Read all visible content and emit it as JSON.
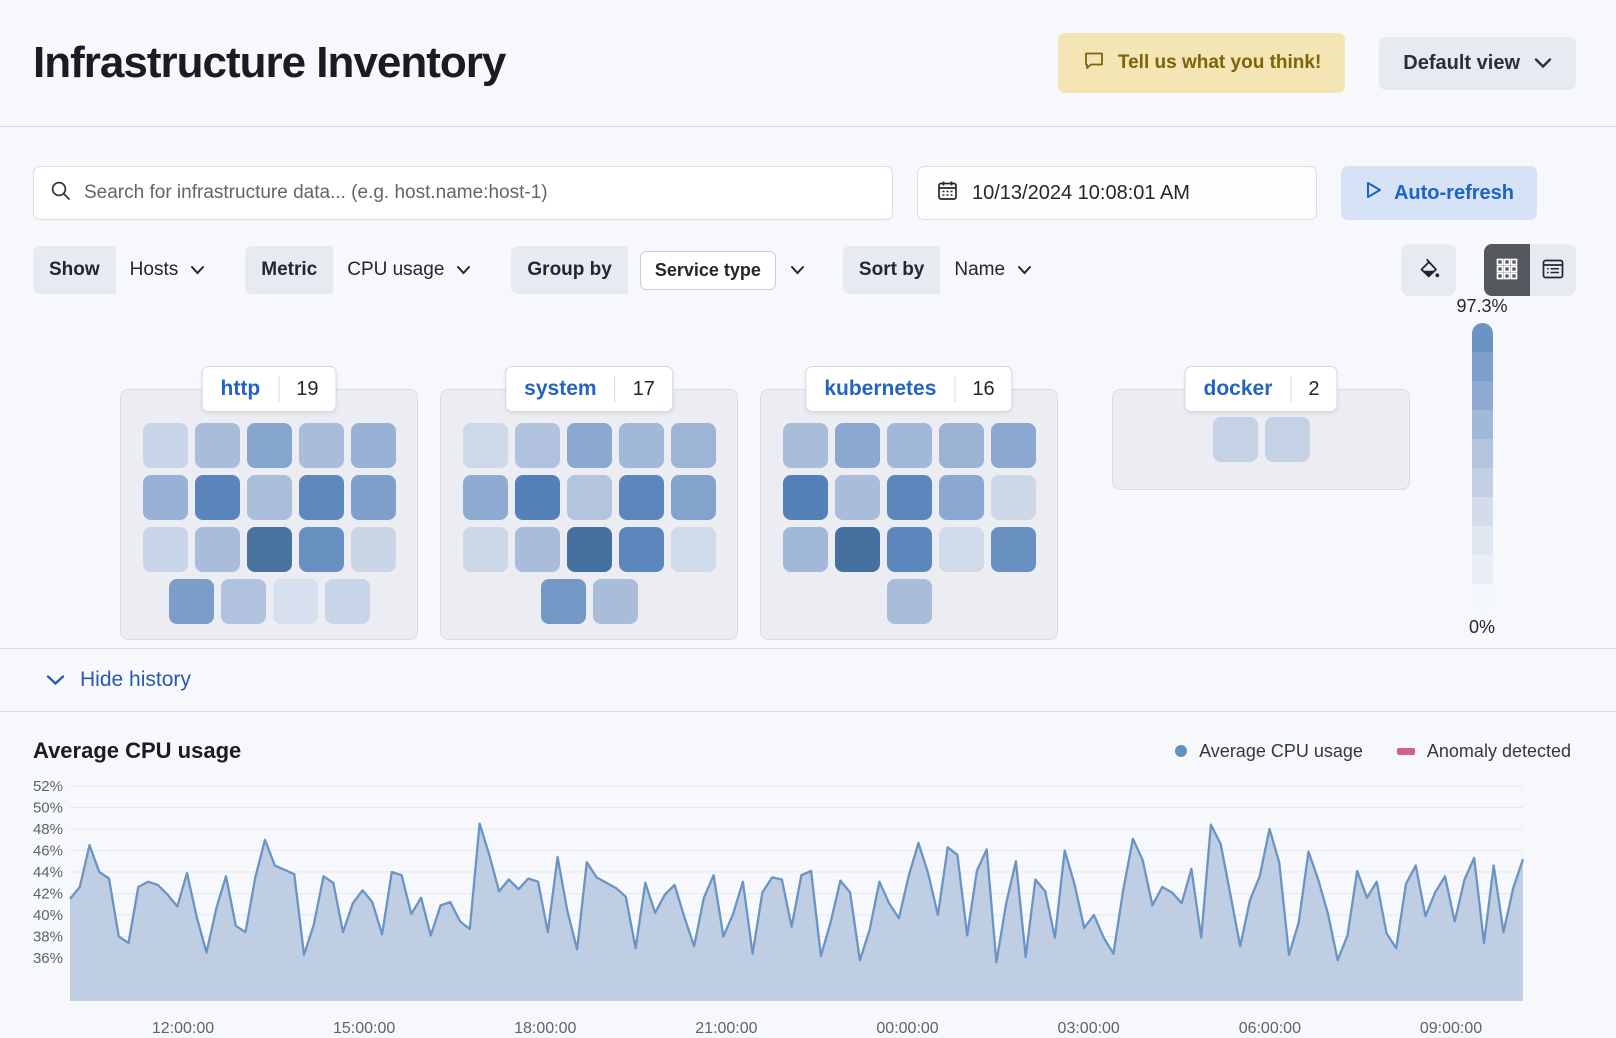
{
  "header": {
    "title": "Infrastructure Inventory",
    "feedback_button": "Tell us what you think!",
    "view_selector": "Default view"
  },
  "toolbar": {
    "search_placeholder": "Search for infrastructure data... (e.g. host.name:host-1)",
    "datetime": "10/13/2024 10:08:01 AM",
    "auto_refresh_label": "Auto-refresh"
  },
  "filters": {
    "show_label": "Show",
    "show_value": "Hosts",
    "metric_label": "Metric",
    "metric_value": "CPU usage",
    "group_by_label": "Group by",
    "group_by_value": "Service type",
    "sort_by_label": "Sort by",
    "sort_by_value": "Name"
  },
  "legend": {
    "max": "97.3%",
    "min": "0%",
    "steps": [
      "#6b93c3",
      "#7b9fca",
      "#8fabd2",
      "#a2b8d9",
      "#b3c4df",
      "#c3d0e4",
      "#d2dcea",
      "#dfe7f1",
      "#eaeff7",
      "#f4f7fb"
    ]
  },
  "groups": [
    {
      "name": "http",
      "count": "19",
      "rows": [
        [
          "#c8d4e7",
          "#a9bddb",
          "#86a5ce",
          "#a9bddb",
          "#98b1d6"
        ],
        [
          "#98b1d6",
          "#5a85bb",
          "#aabeda",
          "#5f89bd",
          "#7fa0ca"
        ],
        [
          "#c8d4e7",
          "#a9bddb",
          "#49729f",
          "#6890c1",
          "#cad6e8"
        ],
        [
          "#7b9dc9",
          "#b0c2de",
          "#d7e0ee",
          "#c8d4e7"
        ]
      ]
    },
    {
      "name": "system",
      "count": "17",
      "rows": [
        [
          "#cdd8e9",
          "#b0c2de",
          "#8aa8d0",
          "#a2b8d9",
          "#9db4d7"
        ],
        [
          "#8fabd2",
          "#5480b8",
          "#b3c4df",
          "#5d87bc",
          "#84a3cc"
        ],
        [
          "#ccd7e8",
          "#a9bddb",
          "#46709f",
          "#5d87bc",
          "#cfdaea"
        ],
        [
          "#7498c6",
          "#a9bddb"
        ]
      ]
    },
    {
      "name": "kubernetes",
      "count": "16",
      "rows": [
        [
          "#a9bddb",
          "#8aa8d0",
          "#a2b8d9",
          "#9cb3d6",
          "#8aa8d0"
        ],
        [
          "#5480b8",
          "#a9bddb",
          "#5d87bc",
          "#8aa8d0",
          "#ccd7e8"
        ],
        [
          "#a2b8d9",
          "#46709f",
          "#5d87bc",
          "#cfdaea",
          "#6890c1"
        ],
        [
          "#a9bddb"
        ]
      ]
    },
    {
      "name": "docker",
      "count": "2",
      "rows": [
        [
          "#c5d1e4",
          "#c5d1e4"
        ]
      ]
    }
  ],
  "history": {
    "toggle_label": "Hide history"
  },
  "chart_data": {
    "type": "area",
    "title": "Average CPU usage",
    "legend": [
      {
        "label": "Average CPU usage",
        "color": "#6092c0",
        "marker": "dot"
      },
      {
        "label": "Anomaly detected",
        "color": "#d36086",
        "marker": "bar"
      }
    ],
    "ylim": [
      36,
      52
    ],
    "y_ticks": [
      52,
      50,
      48,
      46,
      44,
      42,
      40,
      38,
      36
    ],
    "y_tick_labels": [
      "52%",
      "50%",
      "48%",
      "46%",
      "44%",
      "42%",
      "40%",
      "38%",
      "36%"
    ],
    "x_ticks": [
      "12:00:00",
      "15:00:00",
      "18:00:00",
      "21:00:00",
      "00:00:00",
      "03:00:00",
      "06:00:00",
      "09:00:00"
    ],
    "grid": true,
    "legend_position": "top-right",
    "line_color": "#6a94c4",
    "fill_color": "#b9c9e0",
    "series": [
      {
        "name": "Average CPU usage",
        "values": [
          41.5,
          42.6,
          46.5,
          44.0,
          43.4,
          38.0,
          37.4,
          42.6,
          43.1,
          42.8,
          41.9,
          40.8,
          43.9,
          39.8,
          36.5,
          40.6,
          43.6,
          39.0,
          38.4,
          43.5,
          47.0,
          44.6,
          44.2,
          43.8,
          36.3,
          39.1,
          43.6,
          43.0,
          38.4,
          41.1,
          42.3,
          41.2,
          38.2,
          44.0,
          43.7,
          40.1,
          41.6,
          38.1,
          40.9,
          41.2,
          39.4,
          38.7,
          48.5,
          45.6,
          42.2,
          43.3,
          42.4,
          43.4,
          43.1,
          38.4,
          45.4,
          40.4,
          36.8,
          44.9,
          43.5,
          43.0,
          42.5,
          41.7,
          36.9,
          43.0,
          40.2,
          41.9,
          42.8,
          39.8,
          37.1,
          41.6,
          43.7,
          38.0,
          40.1,
          43.1,
          36.4,
          42.1,
          43.5,
          43.3,
          38.9,
          43.7,
          44.1,
          36.2,
          39.3,
          43.2,
          42.1,
          35.8,
          38.6,
          43.1,
          41.1,
          39.7,
          43.6,
          46.7,
          43.9,
          40.0,
          46.3,
          45.6,
          38.1,
          44.1,
          46.1,
          35.6,
          41.1,
          45.0,
          36.1,
          43.3,
          42.2,
          37.9,
          46.0,
          42.9,
          38.8,
          40.0,
          37.9,
          36.4,
          42.3,
          47.1,
          45.1,
          40.9,
          42.6,
          42.1,
          41.1,
          44.3,
          37.9,
          48.4,
          46.6,
          41.9,
          37.1,
          41.4,
          43.6,
          48.0,
          44.9,
          36.3,
          39.3,
          45.9,
          43.3,
          40.1,
          35.8,
          38.1,
          44.1,
          41.6,
          43.1,
          38.3,
          36.9,
          42.9,
          44.6,
          39.9,
          42.1,
          43.6,
          39.4,
          43.3,
          45.3,
          37.4,
          44.6,
          38.4,
          42.5,
          45.2
        ]
      }
    ]
  }
}
